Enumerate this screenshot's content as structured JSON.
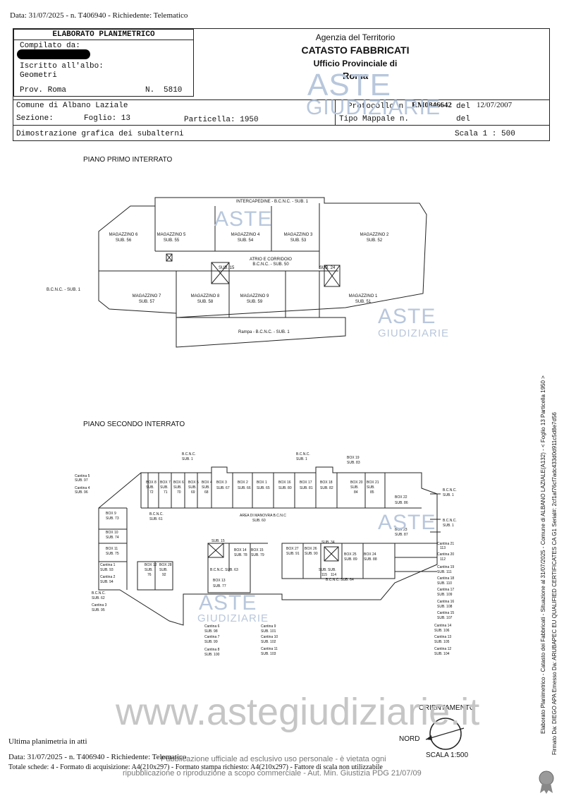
{
  "header": {
    "top_line": "Data: 31/07/2025 - n. T406940 - Richiedente: Telematico"
  },
  "form": {
    "title": "ELABORATO PLANIMETRICO",
    "compilato_label": "Compilato da:",
    "iscritto_label": "Iscritto all'albo:",
    "iscritto_value": "Geometri",
    "prov_label": "Prov. Roma",
    "n_label": "N.",
    "n_value": "5810",
    "agency_line1": "Agenzia del Territorio",
    "agency_line2": "CATASTO FABBRICATI",
    "agency_line3": "Ufficio Provinciale di",
    "agency_line4": "Roma",
    "comune": "Comune di Albano Laziale",
    "sezione_label": "Sezione:",
    "foglio": "Foglio: 13",
    "particella": "Particella: 1950",
    "protocollo_label": "Protocollo n.",
    "protocollo_value": "RM0846642",
    "del_label": "del",
    "del_value": "12/07/2007",
    "tipo_label": "Tipo Mappale n.",
    "del2_label": "del",
    "dimostrazione": "Dimostrazione grafica dei subalterni",
    "scala": "Scala 1 : 500"
  },
  "watermark": {
    "aste": "ASTE",
    "giudiziarie": "GIUDIZIARIE",
    "site": "www.astegiudiziarie.it",
    "notice1": "Pubblicazione ufficiale ad esclusivo uso personale - è vietata ogni",
    "notice2": "ripubblicazione o riproduzione a scopo commerciale - Aut. Min. Giustizia PDG 21/07/09"
  },
  "plan1": {
    "title": "PIANO PRIMO INTERRATO",
    "labels": [
      "INTERCAPEDINE - B.C.N.C. - SUB. 1",
      "MAGAZZINO 6",
      "SUB. 56",
      "MAGAZZINO 5",
      "SUB. 55",
      "MAGAZZINO 4",
      "SUB. 54",
      "MAGAZZINO 3",
      "SUB. 53",
      "MAGAZZINO 2",
      "SUB. 52",
      "ATRIO E CORRIDOIO",
      "B.C.N.C. - SUB. 50",
      "SUB. 15",
      "SUB. 24",
      "B.C.N.C. - SUB. 1",
      "MAGAZZINO 7",
      "SUB. 57",
      "MAGAZZINO 8",
      "SUB. 58",
      "MAGAZZINO 9",
      "SUB. 59",
      "MAGAZZINO 1",
      "SUB. 51",
      "Rampa - B.C.N.C. - SUB. 1"
    ]
  },
  "plan2": {
    "title": "PIANO SECONDO INTERRATO",
    "labels": [
      "B.C.N.C.",
      "SUB. 1",
      "B.C.N.C.",
      "SUB. 1",
      "BOX 19",
      "SUB. 83",
      "Cantina 5",
      "SUB. 97",
      "Cantina 4",
      "SUB. 96",
      "BOX 8",
      "SUB.",
      "72",
      "BOX 7",
      "SUB.",
      "71",
      "BOX 6",
      "SUB.",
      "70",
      "BOX 5",
      "SUB.",
      "69",
      "BOX 4",
      "SUB.",
      "68",
      "BOX 3",
      "SUB. 67",
      "BOX 2",
      "SUB. 66",
      "BOX 1",
      "SUB. 65",
      "BOX 16",
      "SUB. 80",
      "BOX 17",
      "SUB. 81",
      "BOX 18",
      "SUB. 82",
      "BOX 20",
      "SUB.",
      "84",
      "BOX 21",
      "SUB.",
      "85",
      "BOX 22",
      "SUB. 86",
      "B.C.N.C.",
      "SUB. 1",
      "BOX 9",
      "SUB. 73",
      "B.C.N.C.",
      "SUB. 61",
      "AREA DI MANOVRA B.C.N.C",
      "SUB. 60",
      "B.C.N.C.",
      "SUB. 1",
      "BOX 23",
      "SUB. 87",
      "BOX 10",
      "SUB. 74",
      "SUB. 15",
      "SUB. 34",
      "Cantina 21",
      "113",
      "BOX 11",
      "SUB. 75",
      "BOX 14",
      "SUB. 78",
      "BOX 15",
      "SUB. 79",
      "BOX 27",
      "SUB. 91",
      "BOX 26",
      "SUB. 90",
      "BOX 25",
      "SUB. 89",
      "BOX 24",
      "SUB. 88",
      "Cantina 20",
      "112",
      "Cantina 1",
      "SUB. 93",
      "BOX 12",
      "SUB.",
      "76",
      "BOX 28",
      "SUB.",
      "92",
      "B.C.N.C. SUB. 63",
      "Cantina 19",
      "SUB. 111",
      "Cantina 2",
      "SUB. 94",
      "SUB.",
      "115",
      "SUB.",
      "114",
      "Cantina 18",
      "SUB. 110",
      "BOX 13",
      "SUB. 77",
      "B.C.N.C. SUB. 64",
      "Cantina 17",
      "SUB. 109",
      "B.C.N.C.",
      "SUB. 62",
      "Cantina 16",
      "SUB. 108",
      "Cantina 3",
      "SUB. 95",
      "Cantina 15",
      "SUB. 107",
      "Cantina 6",
      "SUB. 98",
      "Cantina 9",
      "SUB. 101",
      "Cantina 14",
      "SUB. 106",
      "Cantina 7",
      "SUB. 99",
      "Cantina 10",
      "SUB. 102",
      "Cantina 13",
      "SUB. 105",
      "Cantina 8",
      "SUB. 100",
      "Cantina 11",
      "SUB. 103",
      "Cantina 12",
      "SUB. 104"
    ]
  },
  "orient": {
    "title": "ORIENTAMENTO",
    "nord": "NORD",
    "scala": "SCALA 1:500"
  },
  "footer": {
    "ultima": "Ultima planimetria in atti",
    "line1": "Data: 31/07/2025 - n. T406940 - Richiedente: Telematico",
    "line2": "Totale schede: 4 - Formato di acquisizione: A4(210x297) - Formato stampa richiesto: A4(210x297) - Fattore di scala non utilizzabile"
  },
  "sidebar": {
    "line1": "Elaborato Planimetrico - Catasto dei Fabbricati - Situazione al 31/07/2025 - Comune di ALBANO LAZIALE(A132) - < Foglio 13 Particella 1950 >",
    "line2": "Firmato Da: DIEGO APA Emesso Da: ARUBAPEC EU QUALIFIED CERTIFICATES CA G1 Serial#: 2cf1af76cf7adc433d0d911c5d8e7d56"
  }
}
